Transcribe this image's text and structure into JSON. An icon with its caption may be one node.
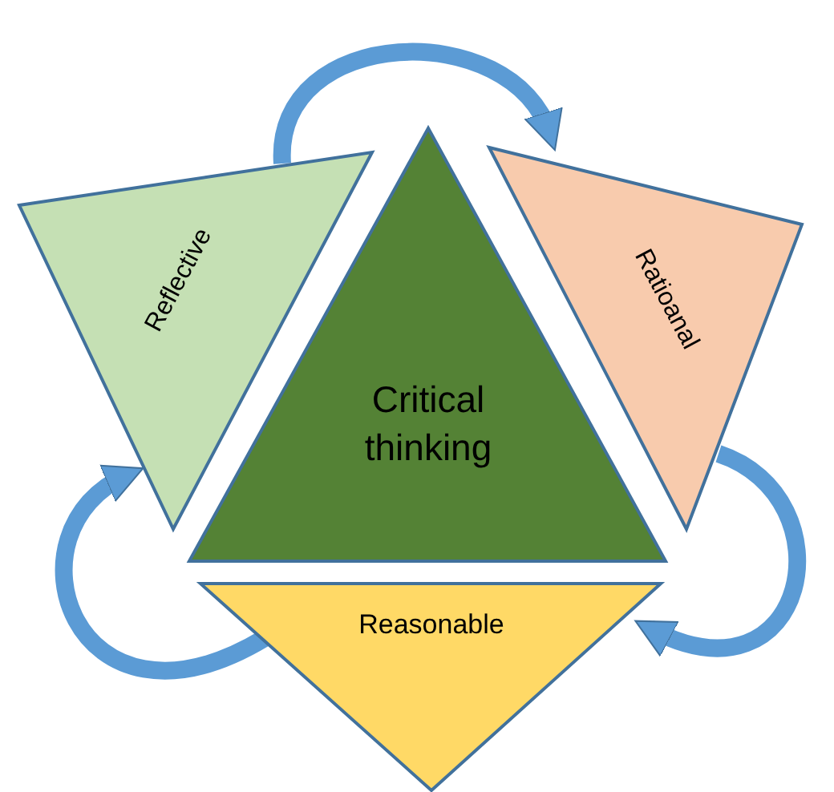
{
  "diagram": {
    "nodes": [
      {
        "text": [
          "Reflective"
        ]
      },
      {
        "text": [
          "Critical thinking"
        ]
      },
      {
        "text": [
          "Ratioanal"
        ]
      },
      {
        "text": [
          "Reasonable"
        ]
      }
    ],
    "edges": [
      {
        "from": 0,
        "to": 2,
        "arrow": "to"
      },
      {
        "from": 2,
        "to": 3,
        "arrow": "to"
      },
      {
        "from": 3,
        "to": 0,
        "arrow": "to"
      }
    ]
  }
}
